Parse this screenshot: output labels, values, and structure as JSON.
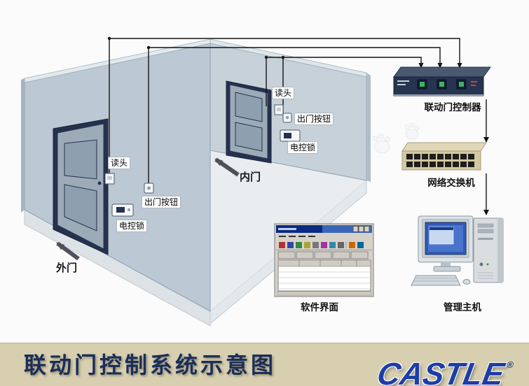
{
  "diagram": {
    "outer_door": {
      "reader": "读头",
      "exit_button": "出门按钮",
      "lock": "电控锁",
      "door": "外门"
    },
    "inner_door": {
      "reader": "读头",
      "exit_button": "出门按钮",
      "lock": "电控锁",
      "door": "内门"
    },
    "devices": {
      "controller": "联动门控制器",
      "switch": "网络交换机",
      "software": "软件界面",
      "host": "管理主机"
    }
  },
  "footer": {
    "title": "联动门控制系统示意图",
    "logo": "CASTLE",
    "registered": "®"
  },
  "colors": {
    "wall": "#bcc8d3",
    "door_frame": "#25324e",
    "footer_bg": "#d8cfb0",
    "logo_blue": "#1d3ea6",
    "title_navy": "#1a2e5a",
    "cable_black": "#141414",
    "button_green": "#3fb45e"
  }
}
